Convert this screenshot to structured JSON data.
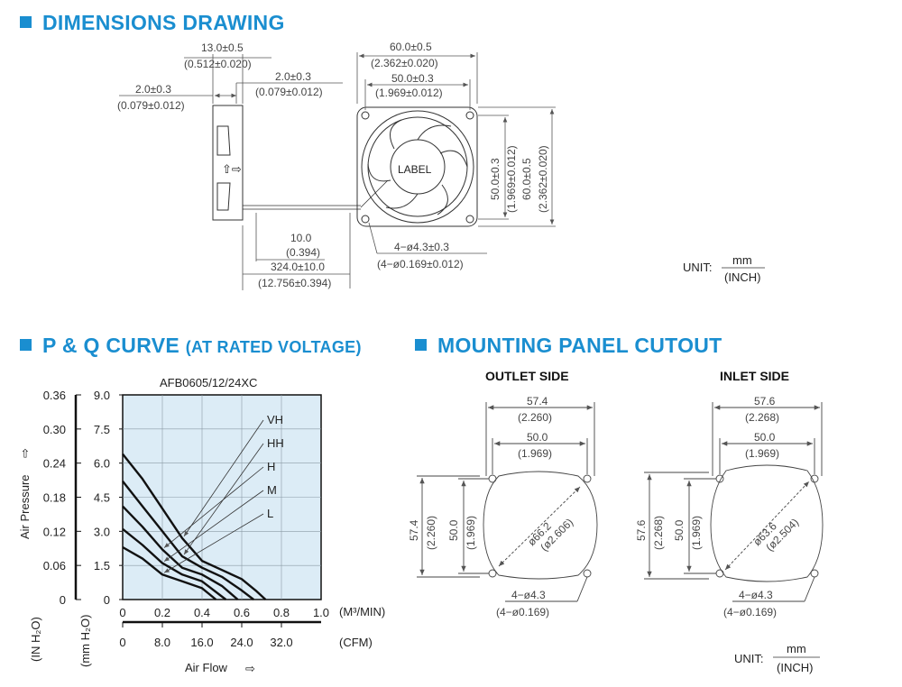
{
  "sections": {
    "dimensions": "DIMENSIONS DRAWING",
    "pq_curve": "P & Q CURVE",
    "pq_curve_sub": "(AT RATED VOLTAGE)",
    "mounting": "MOUNTING PANEL CUTOUT"
  },
  "dimensions": {
    "d13": "13.0±0.5",
    "d13_in": "(0.512±0.020)",
    "d2a": "2.0±0.3",
    "d2a_in": "(0.079±0.012)",
    "d2b": "2.0±0.3",
    "d2b_in": "(0.079±0.012)",
    "d60": "60.0±0.5",
    "d60_in": "(2.362±0.020)",
    "d50": "50.0±0.3",
    "d50_in": "(1.969±0.012)",
    "v50": "50.0±0.3",
    "v50_in": "(1.969±0.012)",
    "v60": "60.0±0.5",
    "v60_in": "(2.362±0.020)",
    "d10": "10.0",
    "d10_in": "(0.394)",
    "d324": "324.0±10.0",
    "d324_in": "(12.756±0.394)",
    "holes": "4−ø4.3±0.3",
    "holes_in": "(4−ø0.169±0.012)",
    "label": "LABEL",
    "unit_label": "UNIT:",
    "unit_mm": "mm",
    "unit_inch": "(INCH)"
  },
  "mounting": {
    "outlet_title": "OUTLET SIDE",
    "inlet_title": "INLET SIDE",
    "outlet": {
      "w1": "57.4",
      "w1_in": "(2.260)",
      "w2": "50.0",
      "w2_in": "(1.969)",
      "h1": "57.4",
      "h1_in": "(2.260)",
      "h2": "50.0",
      "h2_in": "(1.969)",
      "diag": "ø66.2",
      "diag_in": "(ø2.606)",
      "holes": "4−ø4.3",
      "holes_in": "(4−ø0.169)"
    },
    "inlet": {
      "w1": "57.6",
      "w1_in": "(2.268)",
      "w2": "50.0",
      "w2_in": "(1.969)",
      "h1": "57.6",
      "h1_in": "(2.268)",
      "h2": "50.0",
      "h2_in": "(1.969)",
      "diag": "ø63.6",
      "diag_in": "(ø2.504)",
      "holes": "4−ø4.3",
      "holes_in": "(4−ø0.169)"
    },
    "unit_label": "UNIT:",
    "unit_mm": "mm",
    "unit_inch": "(INCH)"
  },
  "chart_data": {
    "type": "line",
    "title": "AFB0605/12/24XC",
    "ylabel": "Air Pressure",
    "xlabel": "Air Flow",
    "x_unit_primary": "(M³/MIN)",
    "x_unit_secondary": "(CFM)",
    "y_unit_left": "(IN H₂O)",
    "y_unit_right": "(mm H₂O)",
    "xlim": [
      0,
      1.0
    ],
    "ylim": [
      0,
      9.0
    ],
    "x_ticks": [
      "0",
      "0.2",
      "0.4",
      "0.6",
      "0.8",
      "1.0"
    ],
    "x_ticks_cfm": [
      "0",
      "8.0",
      "16.0",
      "24.0",
      "32.0"
    ],
    "y_ticks_mm": [
      "0",
      "1.5",
      "3.0",
      "4.5",
      "6.0",
      "7.5",
      "9.0"
    ],
    "y_ticks_in": [
      "0",
      "0.06",
      "0.12",
      "0.18",
      "0.24",
      "0.30",
      "0.36"
    ],
    "grid": true,
    "series": [
      {
        "name": "VH",
        "x": [
          0,
          0.1,
          0.2,
          0.3,
          0.4,
          0.5,
          0.6,
          0.67,
          0.72
        ],
        "y": [
          6.4,
          5.3,
          4.0,
          2.7,
          1.7,
          1.3,
          0.9,
          0.4,
          0
        ]
      },
      {
        "name": "HH",
        "x": [
          0,
          0.1,
          0.2,
          0.3,
          0.4,
          0.5,
          0.6,
          0.66
        ],
        "y": [
          5.2,
          4.1,
          3.0,
          1.9,
          1.4,
          1.0,
          0.4,
          0
        ]
      },
      {
        "name": "H",
        "x": [
          0,
          0.1,
          0.2,
          0.3,
          0.4,
          0.5,
          0.58
        ],
        "y": [
          4.1,
          3.2,
          2.2,
          1.4,
          1.1,
          0.6,
          0
        ]
      },
      {
        "name": "M",
        "x": [
          0,
          0.1,
          0.2,
          0.3,
          0.4,
          0.52
        ],
        "y": [
          3.1,
          2.4,
          1.6,
          1.1,
          0.8,
          0
        ]
      },
      {
        "name": "L",
        "x": [
          0,
          0.1,
          0.2,
          0.3,
          0.4,
          0.47
        ],
        "y": [
          2.3,
          1.8,
          1.1,
          0.8,
          0.5,
          0
        ]
      }
    ]
  }
}
